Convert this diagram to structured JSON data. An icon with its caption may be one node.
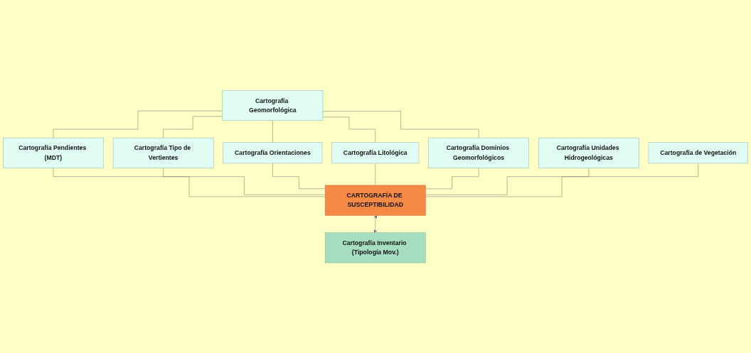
{
  "diagram": {
    "nodes": [
      {
        "text": [
          "Cartografía Geomorfológica"
        ]
      },
      {
        "text": [
          "Cartografía Pendientes (MDT)"
        ]
      },
      {
        "text": [
          "Cartografía Tipo de Vertientes"
        ]
      },
      {
        "text": [
          "Cartografía Orientaciones"
        ]
      },
      {
        "text": [
          "Cartografía Litológica"
        ]
      },
      {
        "text": [
          "Cartografía Dominios Geomorfológicos"
        ]
      },
      {
        "text": [
          "Cartografía Unidades Hidrogeológicas"
        ]
      },
      {
        "text": [
          "Cartografía de Vegetación"
        ]
      },
      {
        "text": [
          "CARTOGRAFÍA DE SUSCEPTIBILIDAD"
        ]
      },
      {
        "text": [
          "Cartografía Inventario (Tipología Mov.)"
        ]
      }
    ],
    "edges": [
      {
        "from": 0,
        "to": 1,
        "arrow": "none"
      },
      {
        "from": 0,
        "to": 2,
        "arrow": "none"
      },
      {
        "from": 0,
        "to": 3,
        "arrow": "none"
      },
      {
        "from": 0,
        "to": 4,
        "arrow": "none"
      },
      {
        "from": 0,
        "to": 5,
        "arrow": "none"
      },
      {
        "from": 1,
        "to": 8,
        "arrow": "none"
      },
      {
        "from": 2,
        "to": 8,
        "arrow": "none"
      },
      {
        "from": 3,
        "to": 8,
        "arrow": "none"
      },
      {
        "from": 4,
        "to": 8,
        "arrow": "none"
      },
      {
        "from": 5,
        "to": 8,
        "arrow": "none"
      },
      {
        "from": 6,
        "to": 8,
        "arrow": "none"
      },
      {
        "from": 7,
        "to": 8,
        "arrow": "none"
      },
      {
        "from": 8,
        "to": 9,
        "arrow": "both"
      }
    ]
  }
}
